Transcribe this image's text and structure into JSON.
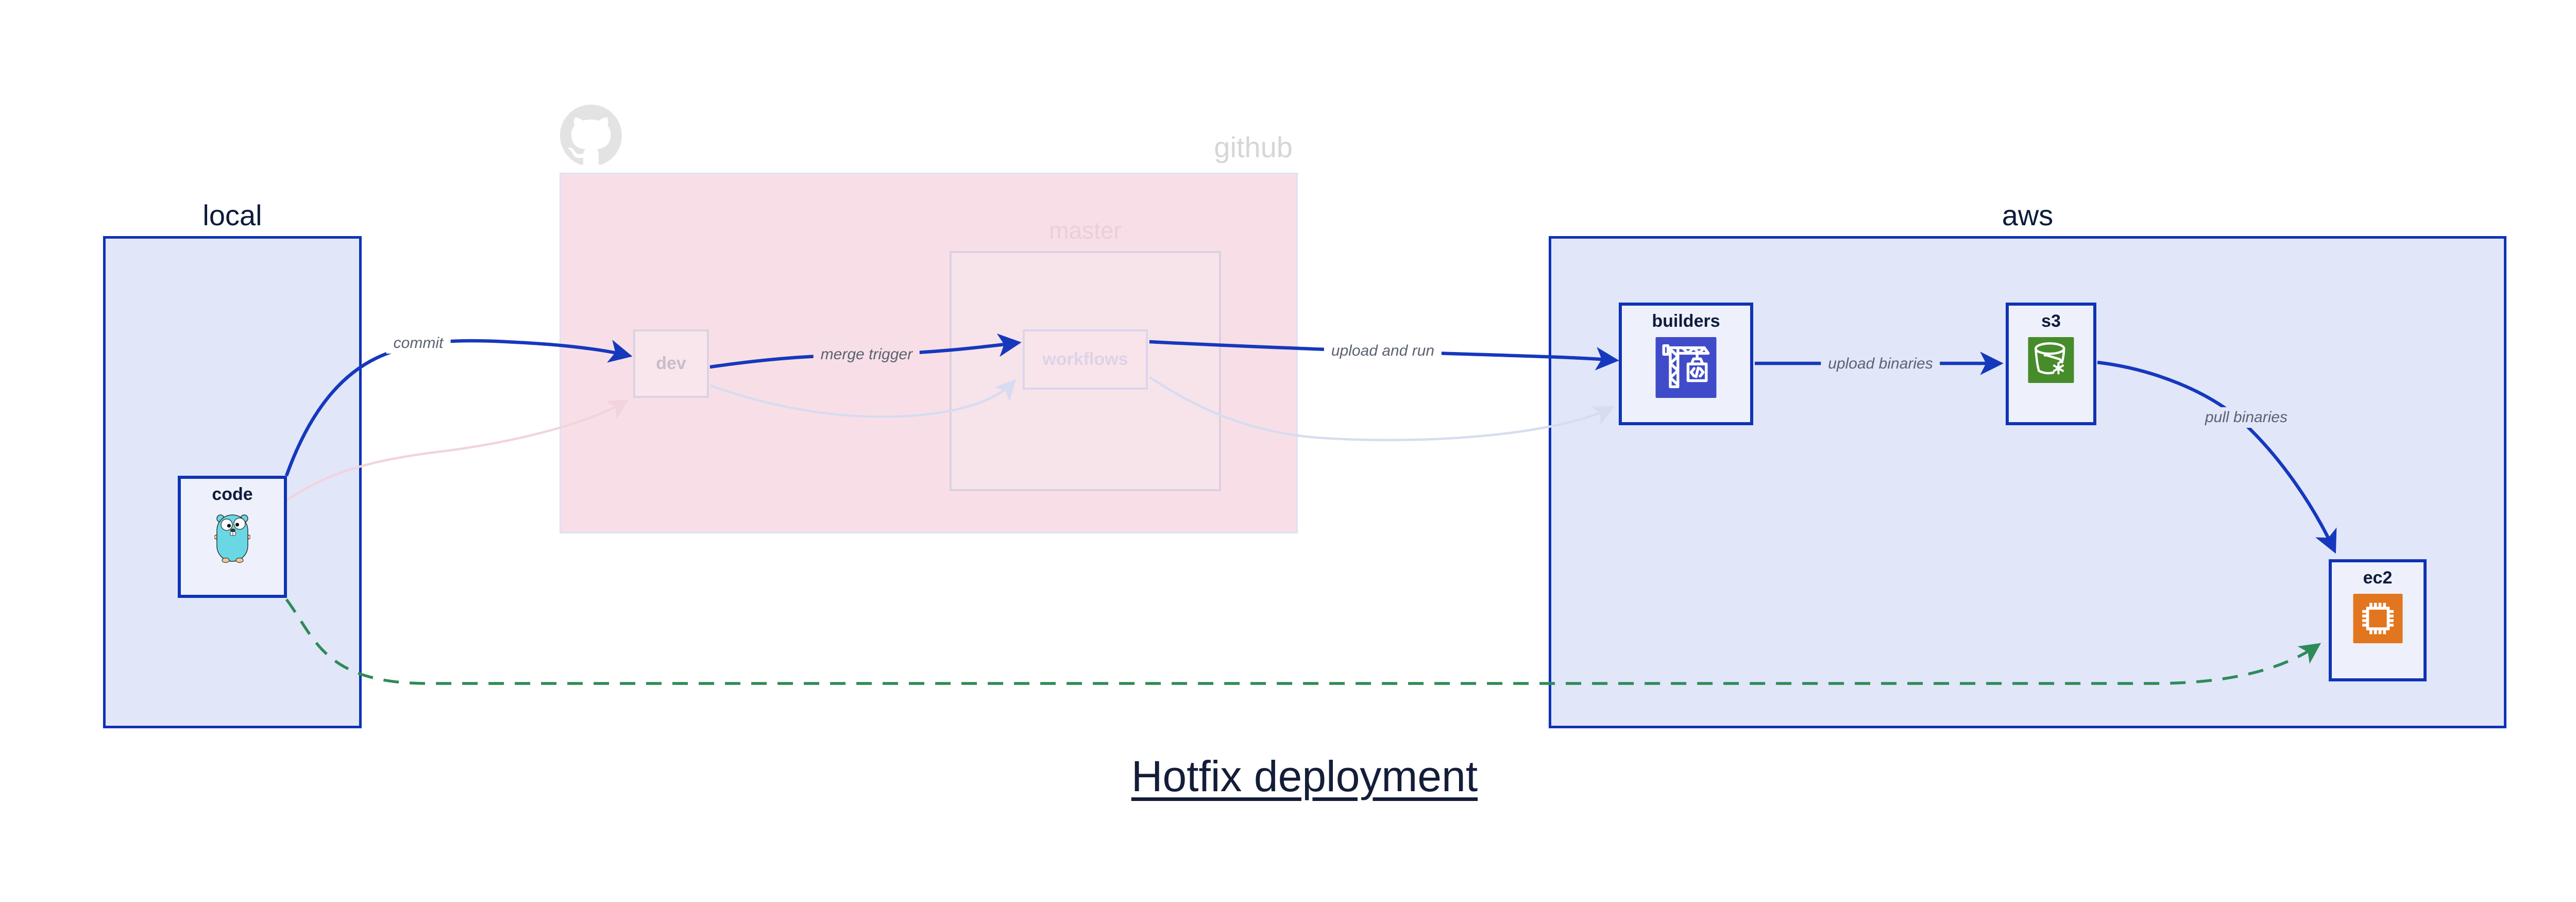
{
  "title": {
    "text": "Hotfix deployment"
  },
  "groups": {
    "local": {
      "label": "local"
    },
    "github": {
      "label": "github"
    },
    "master": {
      "label": "master"
    },
    "aws": {
      "label": "aws"
    }
  },
  "nodes": {
    "code": {
      "label": "code"
    },
    "dev": {
      "label": "dev"
    },
    "workflows": {
      "label": "workflows"
    },
    "builders": {
      "label": "builders"
    },
    "s3": {
      "label": "s3"
    },
    "ec2": {
      "label": "ec2"
    }
  },
  "edges": {
    "commit": {
      "label": "commit"
    },
    "merge_trigger": {
      "label": "merge trigger"
    },
    "upload_and_run": {
      "label": "upload and run"
    },
    "upload_binaries": {
      "label": "upload binaries"
    },
    "pull_binaries": {
      "label": "pull binaries"
    }
  },
  "icons": {
    "code": "go-gopher-icon",
    "github": "github-octocat-icon",
    "builders": "codebuild-crane-icon",
    "s3": "s3-bucket-icon",
    "ec2": "ec2-chip-icon",
    "codebuild_glyph": "</>"
  },
  "colors": {
    "blue_border": "#0f33b4",
    "blue_edge": "#1638bd",
    "group_fill": "#e1e6f9",
    "node_fill": "#eef1fc",
    "github_fill": "#f8dfe7",
    "master_border": "#dcd0e0",
    "ghost_edge": "#d7dcf0",
    "ghost_pink_edge": "#f3d3dd",
    "green_edge": "#2e8b57",
    "edge_label_text": "#5b6270",
    "node_label_text": "#101c3d",
    "faded_label_text": "#c9bccb",
    "codebuild_bg": "#3f4bc8",
    "s3_bg": "#468c2b",
    "ec2_bg": "#e1761e",
    "gopher_body": "#6ad7e5"
  }
}
